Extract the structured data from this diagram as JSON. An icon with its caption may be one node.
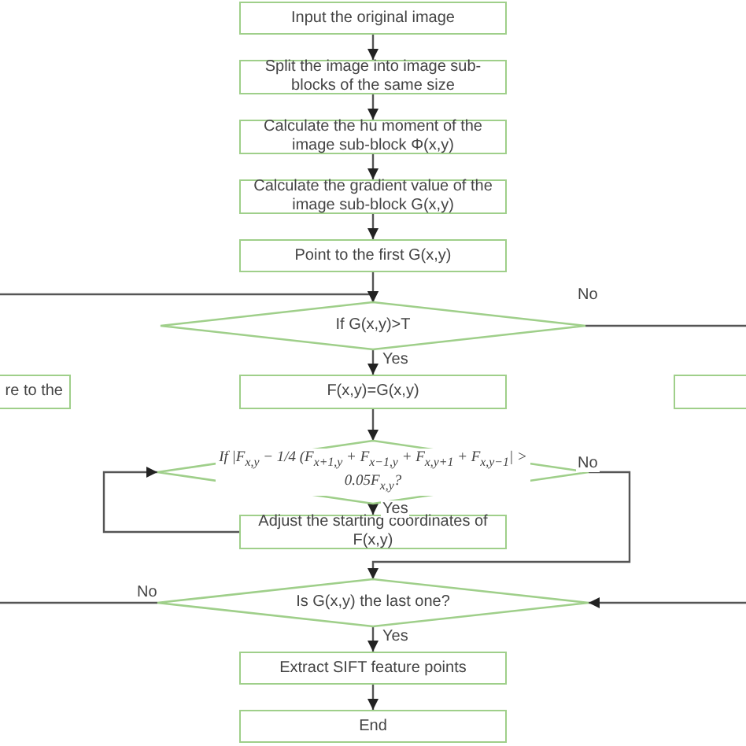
{
  "diagram": {
    "nodes": [
      {
        "text": [
          "Input the original image"
        ]
      },
      {
        "text": [
          "Split the image into image sub-blocks of the same size"
        ]
      },
      {
        "text": [
          "Calculate the hu moment of the image sub-block Φ(x,y)"
        ]
      },
      {
        "text": [
          "Calculate the gradient value of the image sub-block G(x,y)"
        ]
      },
      {
        "text": [
          "Point to the first G(x,y)"
        ]
      },
      {
        "text": [
          "If G(x,y)>T"
        ]
      },
      {
        "text": [
          "re to the"
        ]
      },
      {
        "text": [
          "F(x,y)=G(x,y)"
        ]
      },
      {
        "text": [],
        "shape": "box"
      },
      {
        "text": [
          "If |F$_{x,y}$ − 1/4 (F$_{x+1,y}$ + F$_{x−1,y}$ + F$_{x,y+1}$ + F$_{x,y−1}$| > 0.05F$_{x,y}$?"
        ]
      },
      {
        "text": [
          "Adjust the starting coordinates of F(x,y)"
        ]
      },
      {
        "text": [
          "Is G(x,y) the last one?"
        ]
      },
      {
        "text": [
          "Extract SIFT feature points"
        ]
      },
      {
        "text": [
          "End"
        ]
      }
    ],
    "edges": [
      {
        "from": 0,
        "to": 1,
        "arrow": "to"
      },
      {
        "from": 1,
        "to": 2,
        "arrow": "to"
      },
      {
        "from": 2,
        "to": 3,
        "arrow": "to"
      },
      {
        "from": 3,
        "to": 4,
        "arrow": "to"
      },
      {
        "from": 4,
        "to": 5,
        "arrow": "to"
      },
      {
        "from": null,
        "to": 5,
        "arrow": "to"
      },
      {
        "from": 5,
        "to": null,
        "arrow": "none",
        "label": "No"
      },
      {
        "from": 5,
        "to": 7,
        "arrow": "to",
        "label": "Yes"
      },
      {
        "from": 7,
        "to": 9,
        "arrow": "to"
      },
      {
        "from": 9,
        "to": 10,
        "arrow": "to",
        "label": "Yes"
      },
      {
        "from": 9,
        "to": 11,
        "arrow": "to",
        "label": "No"
      },
      {
        "from": 10,
        "to": 9,
        "arrow": "to"
      },
      {
        "from": 11,
        "to": null,
        "arrow": "none",
        "label": "No"
      },
      {
        "from": null,
        "to": 11,
        "arrow": "to"
      },
      {
        "from": 11,
        "to": 12,
        "arrow": "to",
        "label": "Yes"
      },
      {
        "from": 12,
        "to": 13,
        "arrow": "to"
      }
    ]
  }
}
